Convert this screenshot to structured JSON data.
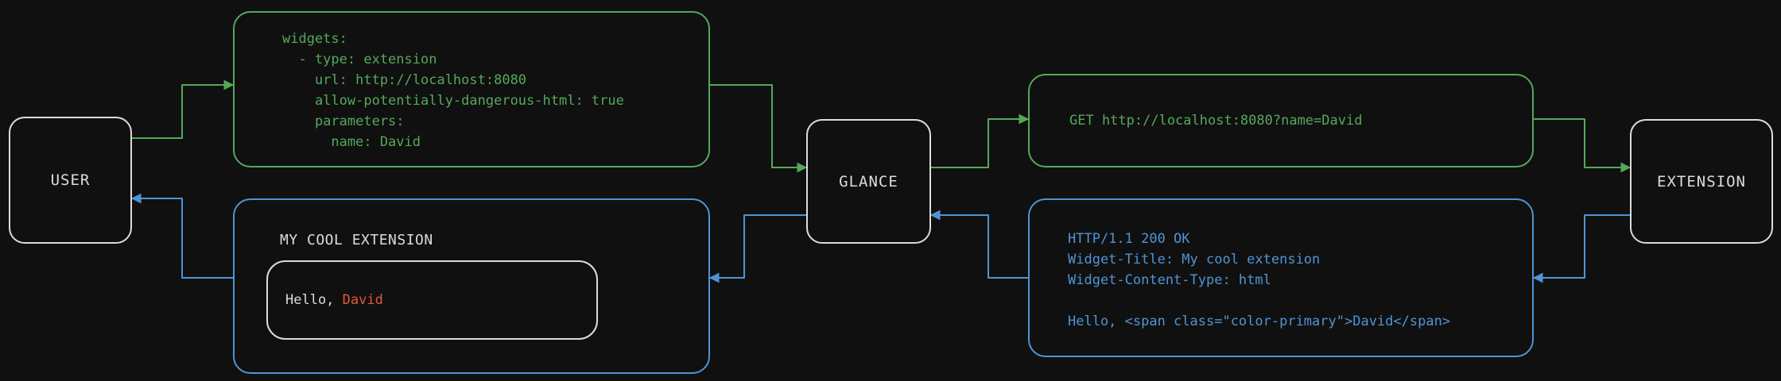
{
  "colors": {
    "bg": "#101010",
    "green": "#55a85a",
    "blue": "#4f94d6",
    "white": "#dcdcdc",
    "orange": "#e2593a"
  },
  "nodes": {
    "user": "USER",
    "glance": "GLANCE",
    "extension": "EXTENSION"
  },
  "config": {
    "lines": [
      "widgets:",
      "  - type: extension",
      "    url: http://localhost:8080",
      "    allow-potentially-dangerous-html: true",
      "    parameters:",
      "      name: David"
    ]
  },
  "request": {
    "text": "GET http://localhost:8080?name=David"
  },
  "response": {
    "lines": [
      "HTTP/1.1 200 OK",
      "Widget-Title: My cool extension",
      "Widget-Content-Type: html",
      "",
      "Hello, <span class=\"color-primary\">David</span>"
    ]
  },
  "widget": {
    "title": "MY COOL EXTENSION",
    "greeting_prefix": "Hello, ",
    "greeting_name": "David"
  }
}
